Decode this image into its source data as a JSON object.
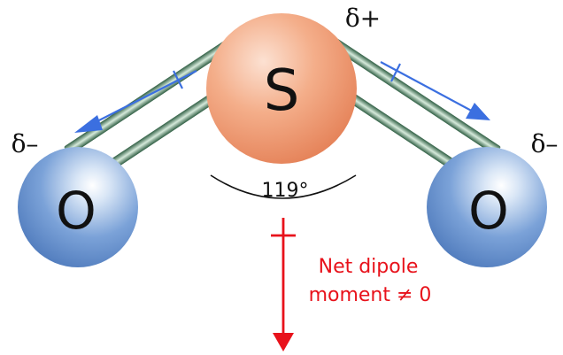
{
  "molecule": {
    "central_atom": {
      "symbol": "S",
      "charge": "δ+",
      "color": "#F2A27C"
    },
    "left_atom": {
      "symbol": "O",
      "charge": "δ–",
      "color": "#5F8FCC"
    },
    "right_atom": {
      "symbol": "O",
      "charge": "δ–",
      "color": "#5F8FCC"
    },
    "bond_color": "#4E8A66",
    "bond_angle_label": "119°"
  },
  "dipoles": {
    "bond_dipole_color": "#3B6FE0",
    "net_dipole_color": "#E8121B",
    "net_dipole_label_line1": "Net dipole",
    "net_dipole_label_line2": "moment ≠ 0"
  }
}
